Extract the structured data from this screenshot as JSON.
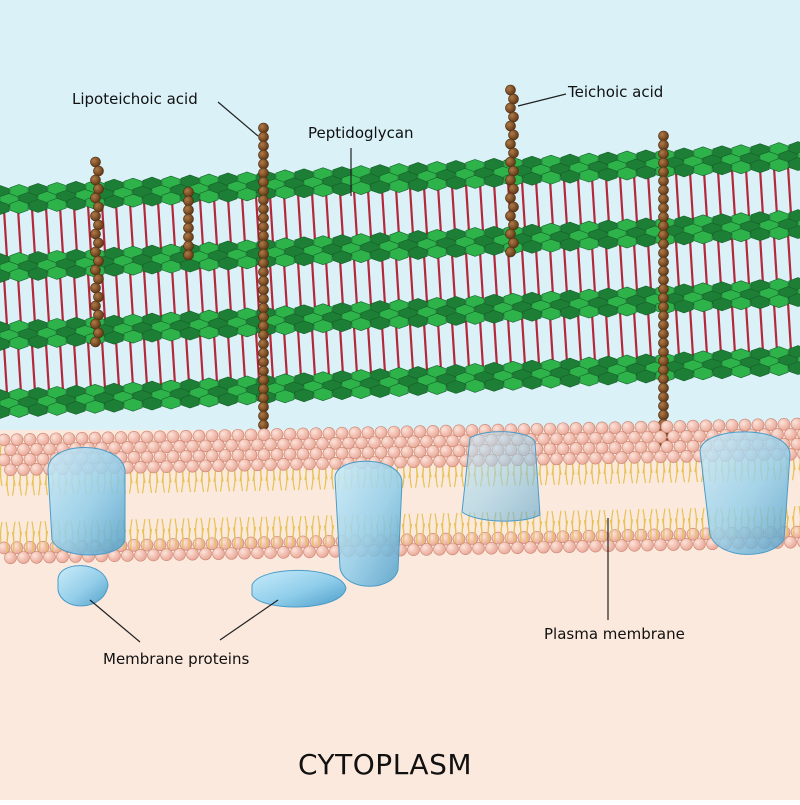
{
  "labels": {
    "lipoteichoic": "Lipoteichoic acid",
    "teichoic": "Teichoic acid",
    "peptidoglycan": "Peptidoglycan",
    "membrane_proteins": "Membrane proteins",
    "plasma_membrane": "Plasma membrane",
    "cytoplasm": "CYTOPLASM"
  },
  "colors": {
    "background_top": "#d9f1f7",
    "cytoplasm_bg": "#fbe9dd",
    "glycan_light": "#2db34a",
    "glycan_dark": "#1d7f35",
    "crosslink": "#b5273a",
    "lipid_head": "#f2b6a8",
    "lipid_head_edge": "#c9826f",
    "lipid_tail": "#e6c253",
    "protein": "#8fcdea",
    "teichoic_bead": "#7a4a23"
  }
}
